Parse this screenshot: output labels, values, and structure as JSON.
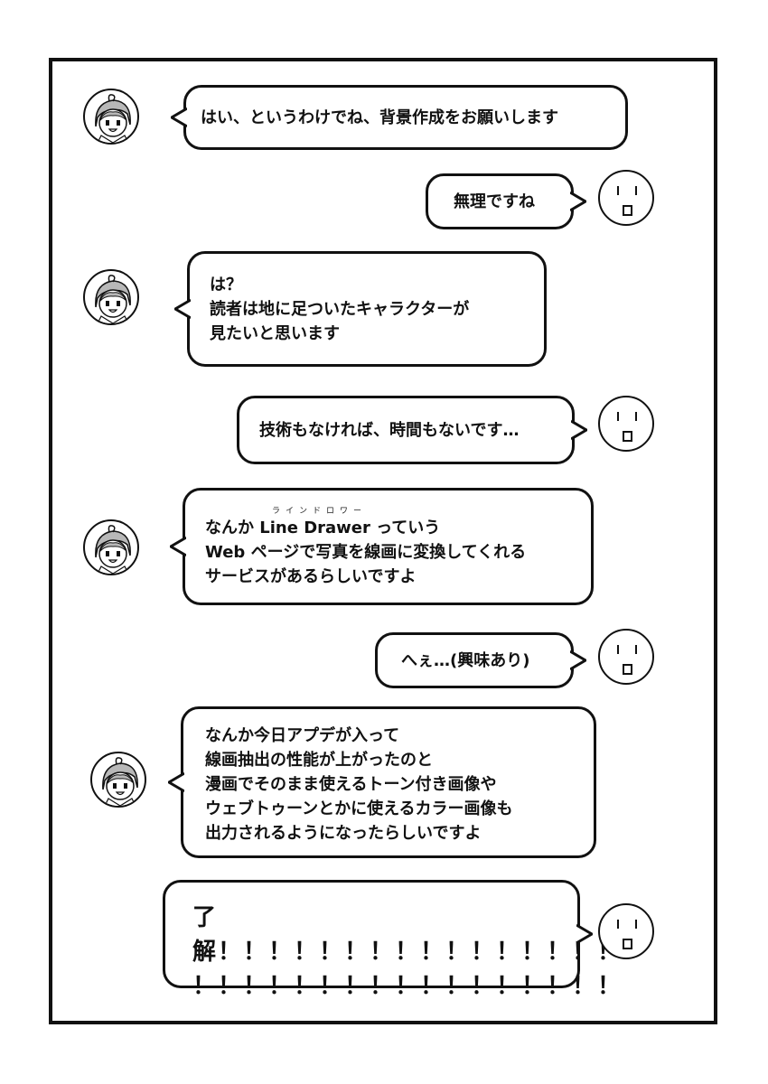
{
  "dialogue": [
    {
      "speaker": "girl",
      "text": "はい、というわけでね、背景作成をお願いします"
    },
    {
      "speaker": "blob",
      "text": "無理ですね"
    },
    {
      "speaker": "girl",
      "text": "は？\n読者は地に足ついたキャラクターが\n見たいと思います"
    },
    {
      "speaker": "blob",
      "text": "技術もなければ、時間もないです…"
    },
    {
      "speaker": "girl",
      "ruby": "ラインドロワー",
      "text": "なんか Line Drawer っていう\nWeb ページで写真を線画に変換してくれる\nサービスがあるらしいですよ"
    },
    {
      "speaker": "blob",
      "text": "へぇ…(興味あり)"
    },
    {
      "speaker": "girl",
      "text": "なんか今日アプデが入って\n線画抽出の性能が上がったのと\n漫画でそのまま使えるトーン付き画像や\nウェブトゥーンとかに使えるカラー画像も\n出力されるようになったらしいですよ"
    },
    {
      "speaker": "blob",
      "text": "了解！！！！！！！！！！！！！！！！\n！！！！！！！！！！！！！！！！！"
    }
  ]
}
